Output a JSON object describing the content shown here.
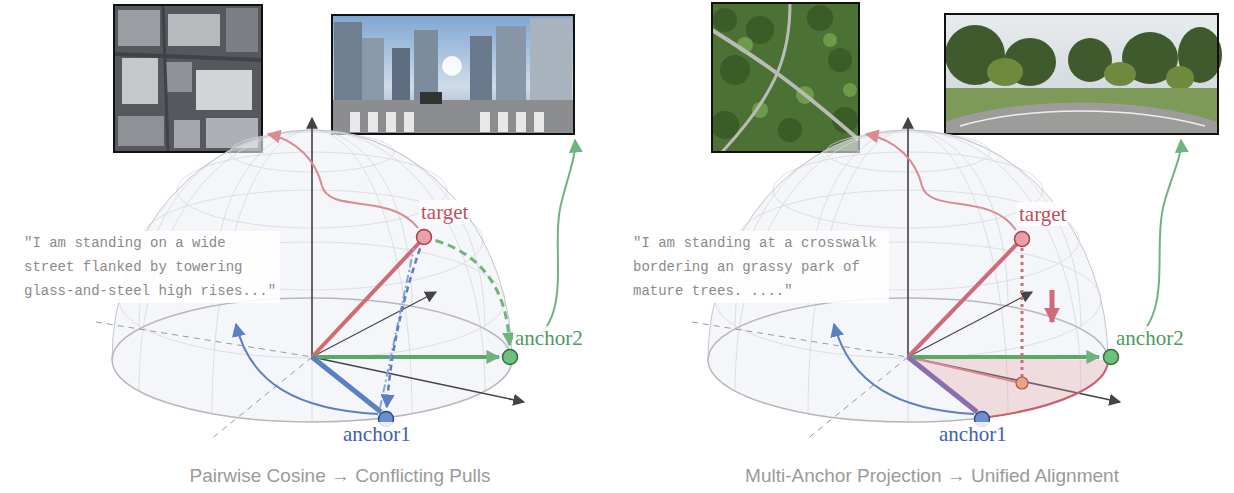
{
  "diagram": {
    "nodes": [
      {
        "text": [
          "target"
        ]
      },
      {
        "text": [
          "anchor2"
        ]
      },
      {
        "text": [
          "anchor1"
        ]
      },
      {
        "text": [
          "target"
        ]
      },
      {
        "text": [
          "anchor2"
        ]
      },
      {
        "text": [
          "anchor1"
        ]
      }
    ],
    "edges": [
      {
        "from": 0,
        "to": 1,
        "arrow": "to"
      },
      {
        "from": 0,
        "to": 2,
        "arrow": "to"
      }
    ],
    "labels": [
      "\"I am standing on a wide street flanked by towering glass-and-steel high rises...\"",
      "Pairwise Cosine → Conflicting Pulls",
      "\"I am standing at a crosswalk bordering an grassy park of mature trees. ....\"",
      "Multi-Anchor Projection → Unified Alignment"
    ]
  }
}
